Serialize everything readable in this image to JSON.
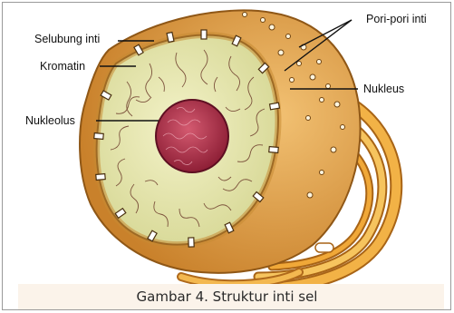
{
  "labels": {
    "selubung_inti": "Selubung inti",
    "kromatin": "Kromatin",
    "nukleolus": "Nukleolus",
    "pori_pori_inti": "Pori-pori inti",
    "nukleus": "Nukleus"
  },
  "caption": "Gambar 4. Struktur inti sel",
  "colors": {
    "nucleoplasm": "#e6e6b0",
    "envelope": "#e3a24a",
    "envelope_dark": "#c57a22",
    "nucleolus": "#b8324a",
    "chromatin": "#6b3a2a",
    "er": "#f0a838"
  }
}
